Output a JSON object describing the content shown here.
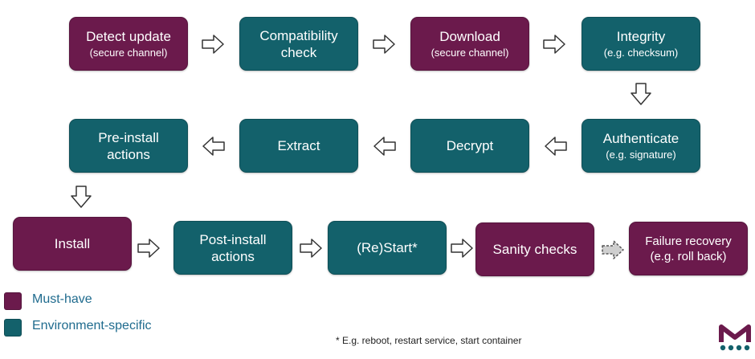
{
  "steps": {
    "detect": {
      "title": "Detect update",
      "sub": "(secure channel)"
    },
    "compat": {
      "title": "Compatibility check"
    },
    "download": {
      "title": "Download",
      "sub": "(secure channel)"
    },
    "integrity": {
      "title": "Integrity",
      "sub": "(e.g. checksum)"
    },
    "authenticate": {
      "title": "Authenticate",
      "sub": "(e.g. signature)"
    },
    "decrypt": {
      "title": "Decrypt"
    },
    "extract": {
      "title": "Extract"
    },
    "preinstall": {
      "title": "Pre-install actions"
    },
    "install": {
      "title": "Install"
    },
    "postinstall": {
      "title": "Post-install actions"
    },
    "restart": {
      "title": "(Re)Start*"
    },
    "sanity": {
      "title": "Sanity checks"
    },
    "recovery": {
      "title": "Failure recovery",
      "sub": "(e.g. roll back)"
    }
  },
  "legend": {
    "must_have": "Must-have",
    "environment_specific": "Environment-specific"
  },
  "footnote": "* E.g. reboot, restart service, start container",
  "colors": {
    "must_have": "#6b1a4c",
    "environment_specific": "#13616b",
    "legend_text": "#1f6b8e"
  },
  "icons": {
    "logo": "m-logo-icon",
    "arrow": "hollow-arrow-icon",
    "dashed_arrow": "dashed-arrow-icon"
  }
}
